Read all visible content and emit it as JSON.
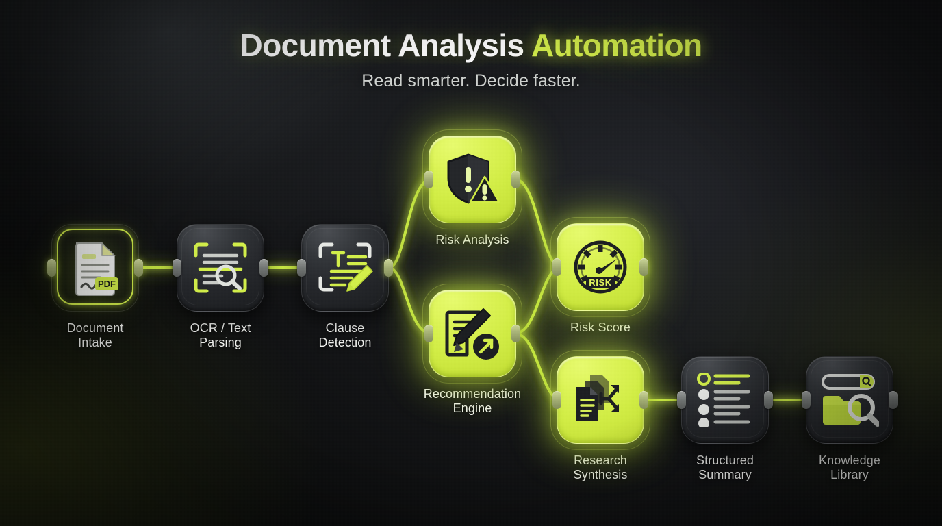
{
  "header": {
    "title_main": "Document Analysis ",
    "title_accent": "Automation",
    "subtitle": "Read smarter. Decide faster."
  },
  "theme": {
    "accent": "#d7f24c",
    "accent_deep": "#c2dd34",
    "card_dark": "#2b2e32",
    "text": "#f2f3f0",
    "background": "#121314"
  },
  "nodes": [
    {
      "id": "document-intake",
      "label": "Document\nIntake",
      "style": "outlined",
      "icon": "document-pdf-icon",
      "badge": "PDF"
    },
    {
      "id": "ocr-text-parsing",
      "label": "OCR / Text\nParsing",
      "style": "dark",
      "icon": "scan-magnifier-icon"
    },
    {
      "id": "clause-detection",
      "label": "Clause\nDetection",
      "style": "dark",
      "icon": "text-scan-pencil-icon"
    },
    {
      "id": "risk-analysis",
      "label": "Risk Analysis",
      "style": "lime",
      "icon": "shield-warning-icon"
    },
    {
      "id": "recommendation-engine",
      "label": "Recommendation\nEngine",
      "style": "lime",
      "icon": "note-pencil-arrow-icon"
    },
    {
      "id": "risk-score",
      "label": "Risk Score",
      "style": "lime",
      "icon": "risk-gauge-icon",
      "gauge_label": "RISK"
    },
    {
      "id": "research-synthesis",
      "label": "Research\nSynthesis",
      "style": "lime",
      "icon": "documents-branch-icon"
    },
    {
      "id": "structured-summary",
      "label": "Structured\nSummary",
      "style": "dark",
      "icon": "bullet-list-icon"
    },
    {
      "id": "knowledge-library",
      "label": "Knowledge\nLibrary",
      "style": "dark",
      "icon": "folder-search-icon"
    }
  ],
  "connections": [
    {
      "from": "document-intake",
      "to": "ocr-text-parsing"
    },
    {
      "from": "ocr-text-parsing",
      "to": "clause-detection"
    },
    {
      "from": "clause-detection",
      "to": "risk-analysis"
    },
    {
      "from": "clause-detection",
      "to": "recommendation-engine"
    },
    {
      "from": "risk-analysis",
      "to": "risk-score"
    },
    {
      "from": "recommendation-engine",
      "to": "risk-score"
    },
    {
      "from": "recommendation-engine",
      "to": "research-synthesis"
    },
    {
      "from": "research-synthesis",
      "to": "structured-summary"
    },
    {
      "from": "structured-summary",
      "to": "knowledge-library"
    }
  ]
}
